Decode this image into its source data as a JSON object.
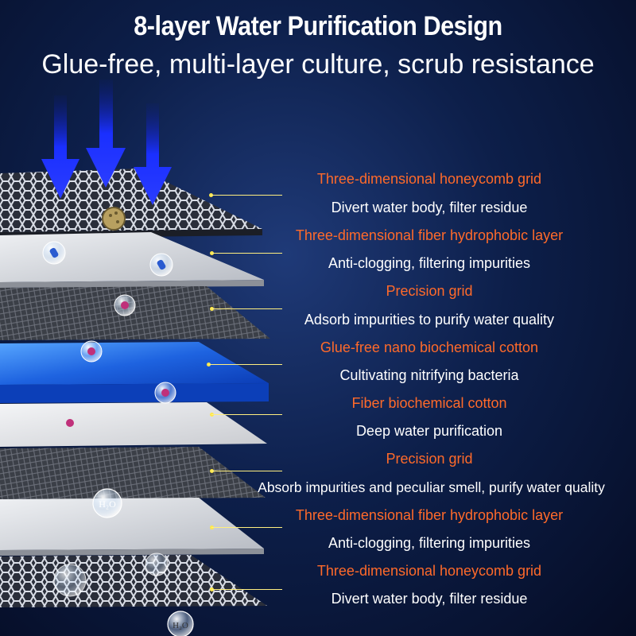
{
  "title": "8-layer Water Purification Design",
  "subtitle": "Glue-free, multi-layer culture, scrub resistance",
  "layers": [
    {
      "name": "Three-dimensional honeycomb grid",
      "desc": "Divert water body, filter residue",
      "kind": "honeycomb"
    },
    {
      "name": "Three-dimensional fiber hydrophobic layer",
      "desc": "Anti-clogging, filtering impurities",
      "kind": "fiber"
    },
    {
      "name": "Precision grid",
      "desc": "Adsorb impurities to purify water quality",
      "kind": "precision"
    },
    {
      "name": "Glue-free nano biochemical cotton",
      "desc": "Cultivating nitrifying bacteria",
      "kind": "blue"
    },
    {
      "name": "Fiber biochemical cotton",
      "desc": "Deep water purification",
      "kind": "white"
    },
    {
      "name": "Precision grid",
      "desc": "Absorb impurities and peculiar smell, purify water quality",
      "kind": "precision"
    },
    {
      "name": "Three-dimensional fiber hydrophobic layer",
      "desc": "Anti-clogging, filtering impurities",
      "kind": "fiber"
    },
    {
      "name": "Three-dimensional honeycomb grid",
      "desc": "Divert water body, filter residue",
      "kind": "honeycomb"
    }
  ],
  "h2o_label": "H₂O",
  "colors": {
    "label_name": "#ff6a2a",
    "label_desc": "#ffffff",
    "arrow": "#1a2fff",
    "leader": "#ffef80"
  }
}
